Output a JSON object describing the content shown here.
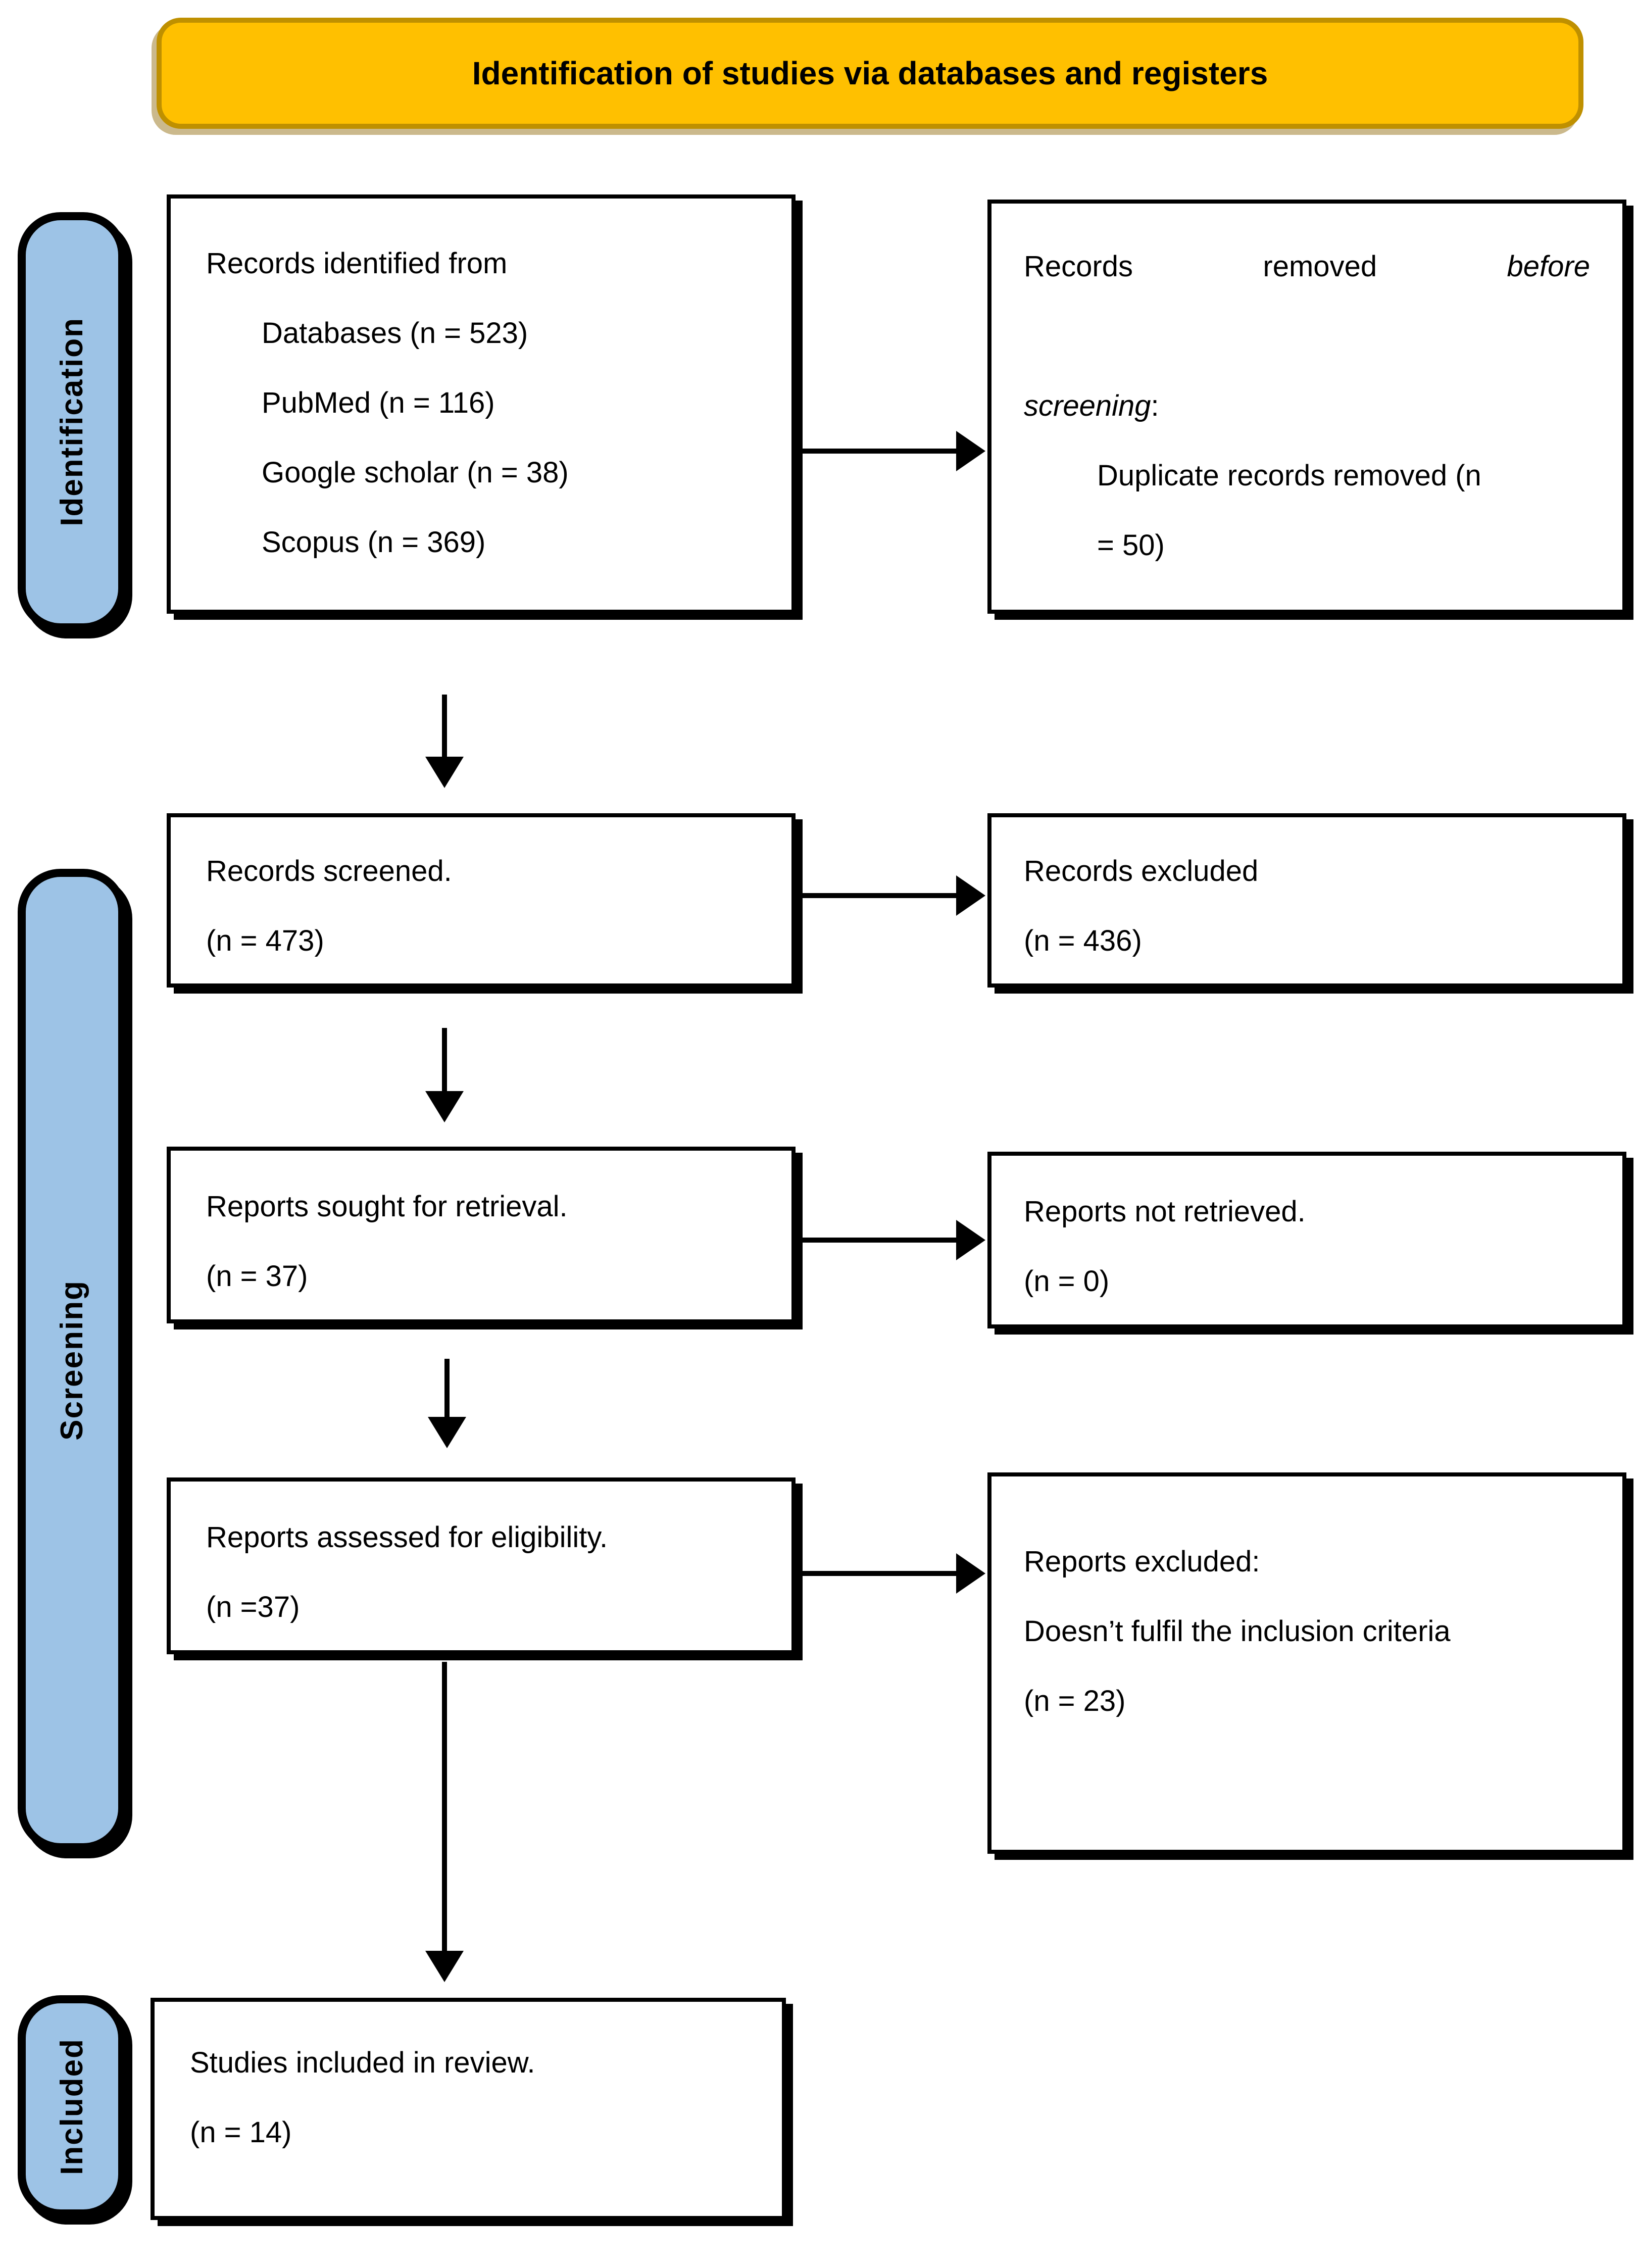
{
  "title": "Identification of studies via databases and registers",
  "colors": {
    "banner_fill": "#FFC000",
    "banner_border": "#BF9000",
    "stage_fill": "#9DC3E6",
    "stage_border": "#000000",
    "box_border": "#000000"
  },
  "stages": {
    "identification": "Identification",
    "screening": "Screening",
    "included": "Included"
  },
  "boxes": {
    "records_identified": {
      "title": "Records identified from",
      "items": [
        "Databases (n = 523)",
        "PubMed (n = 116)",
        "Google scholar (n = 38)",
        "Scopus (n = 369)"
      ]
    },
    "records_removed": {
      "line1_word1": "Records",
      "line1_word2": "removed",
      "line1_word3": "before",
      "line2_italic": "screening",
      "line2_colon": ":",
      "details": "Duplicate records removed (n\n= 50)"
    },
    "records_screened": {
      "line1": "Records screened.",
      "line2": "(n = 473)"
    },
    "records_excluded": {
      "line1": "Records excluded",
      "line2": "(n = 436)"
    },
    "reports_sought": {
      "line1": "Reports sought for retrieval.",
      "line2": "(n = 37)"
    },
    "reports_not_retrieved": {
      "line1": "Reports not retrieved.",
      "line2": "(n = 0)"
    },
    "reports_assessed": {
      "line1": "Reports assessed for eligibility.",
      "line2": "(n =37)"
    },
    "reports_excluded": {
      "line1": "Reports excluded:",
      "line2": "Doesn’t fulfil the inclusion criteria",
      "line3": "(n = 23)"
    },
    "studies_included": {
      "line1": "Studies included in review.",
      "line2": "(n = 14)"
    }
  }
}
